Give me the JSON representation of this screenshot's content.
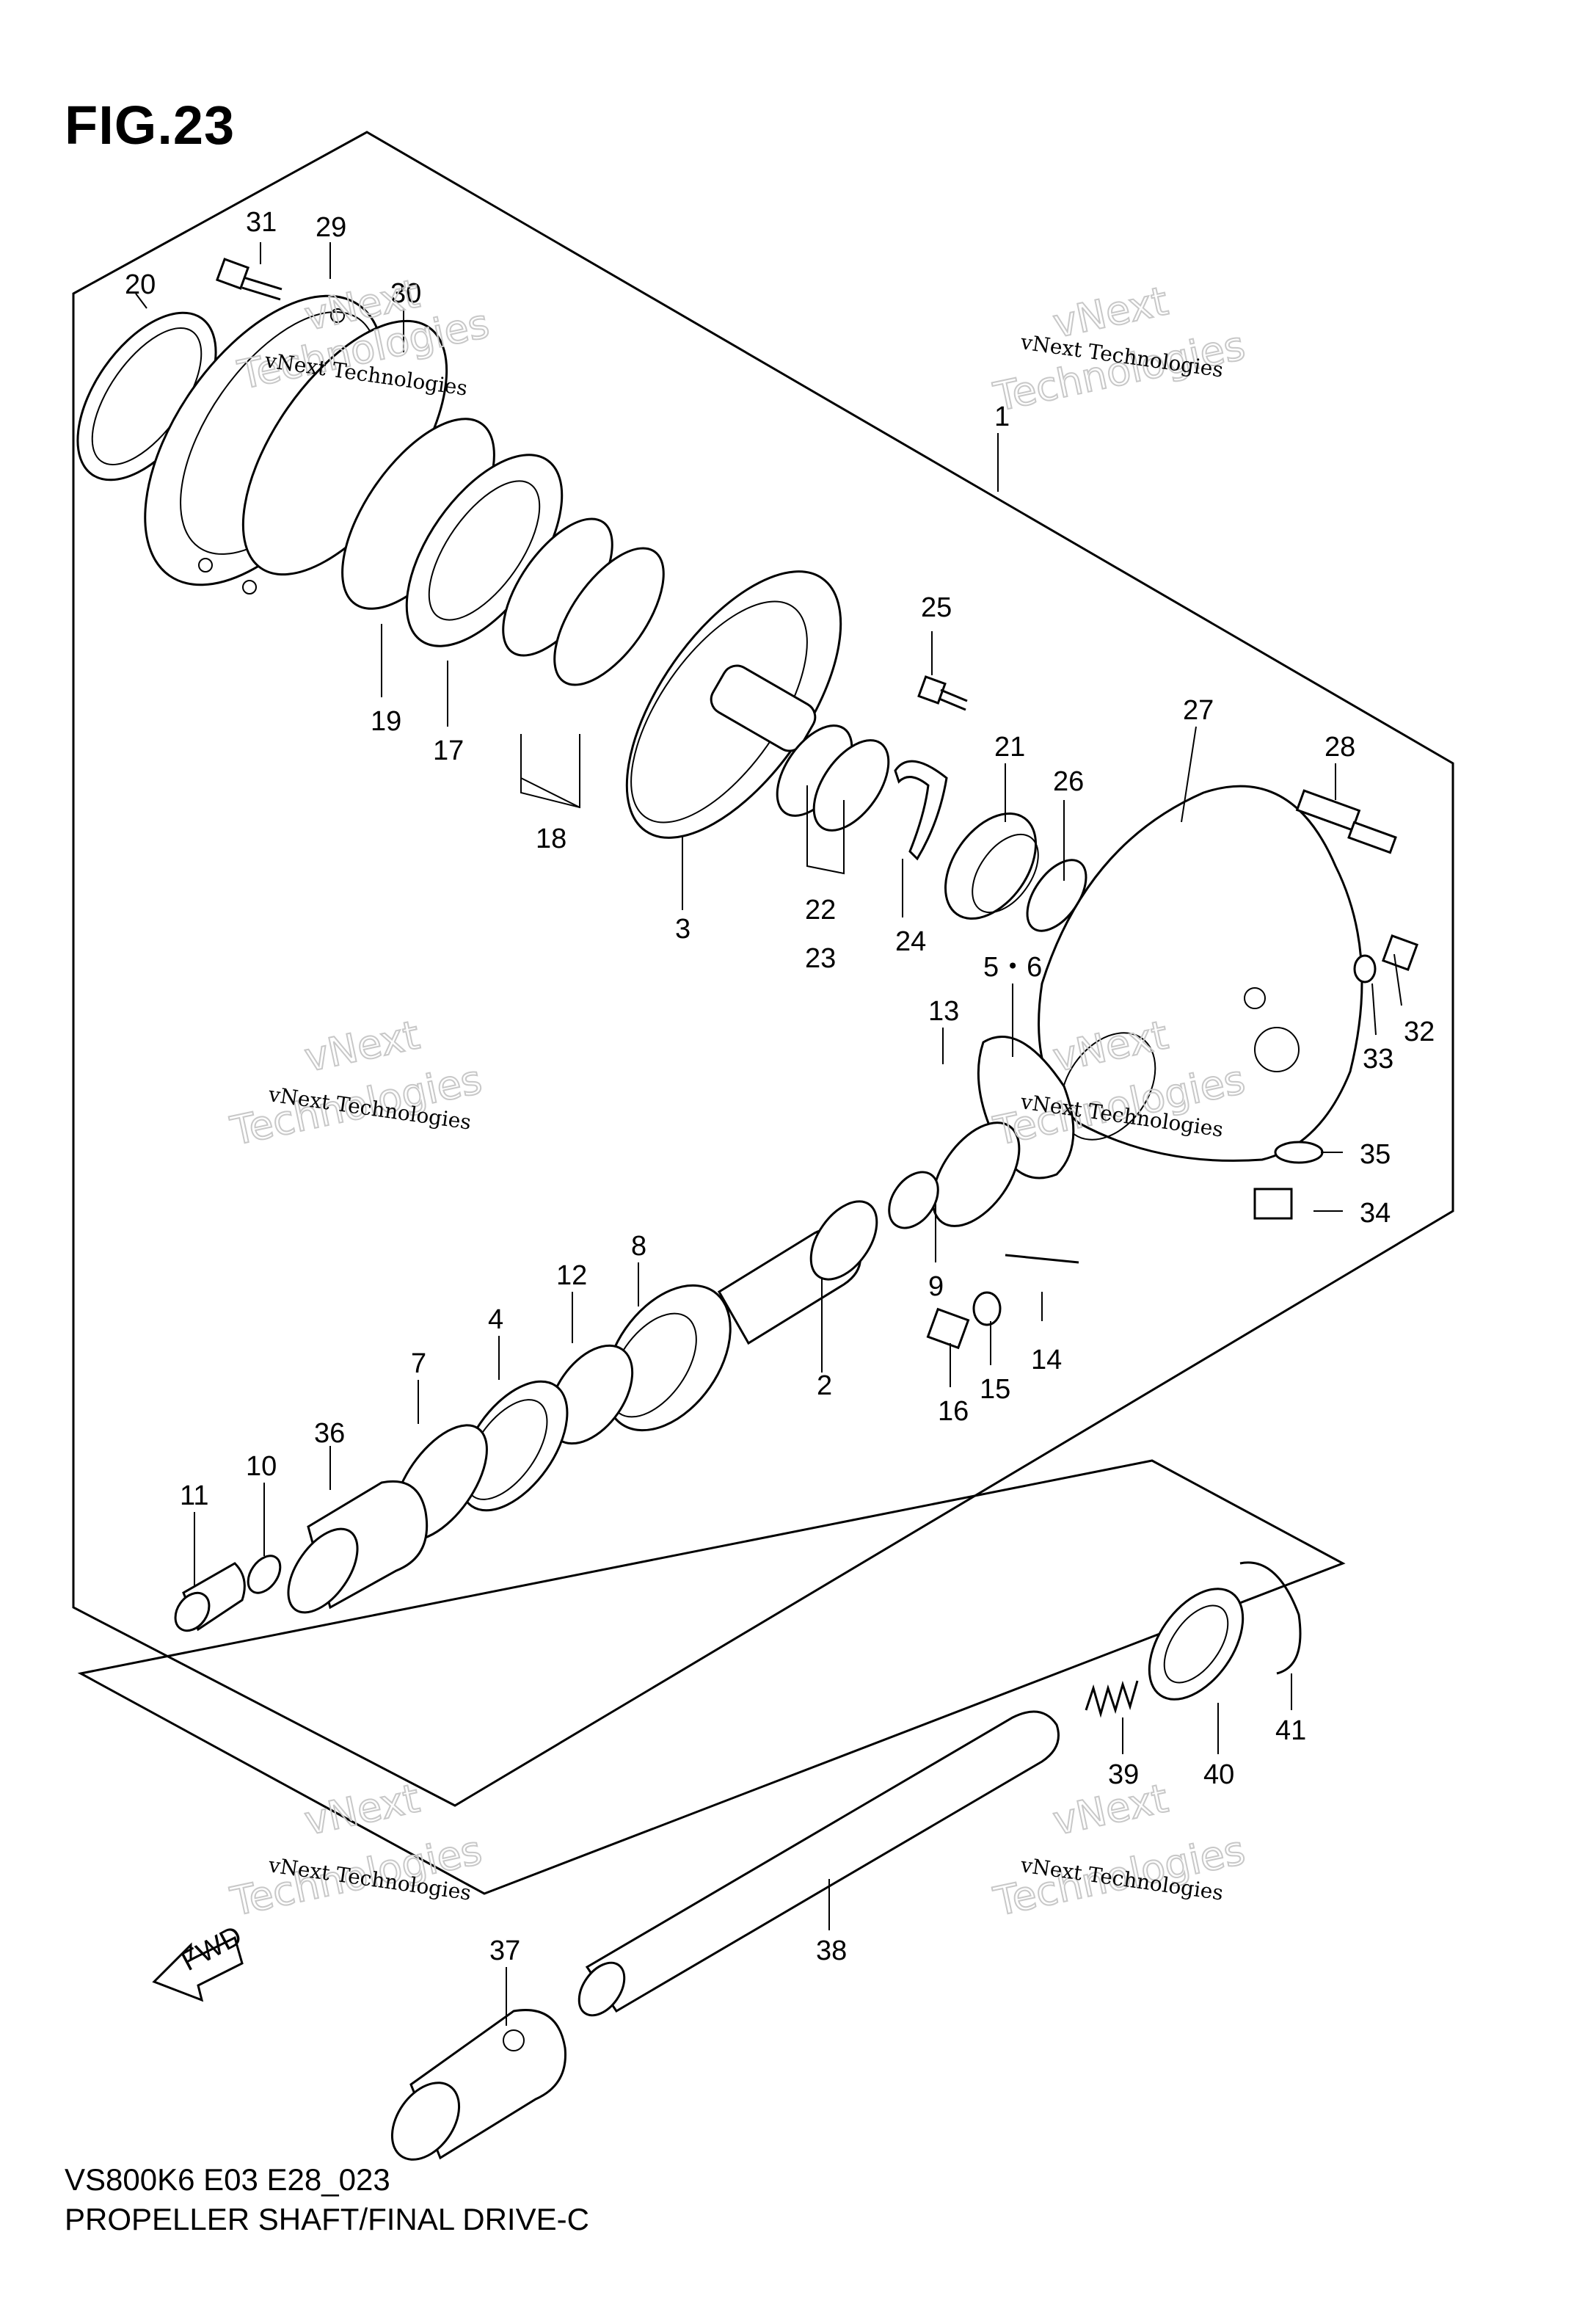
{
  "figure": {
    "title": "FIG.23",
    "code": "VS800K6 E03 E28_023",
    "name": "PROPELLER SHAFT/FINAL DRIVE-C"
  },
  "watermark": {
    "small": "vNext Technologies",
    "big_line1": "vNext",
    "big_line2": "Technologies"
  },
  "fwd_label": "FWD",
  "callouts": [
    {
      "id": "c1",
      "text": "1"
    },
    {
      "id": "c2",
      "text": "2"
    },
    {
      "id": "c3",
      "text": "3"
    },
    {
      "id": "c4",
      "text": "4"
    },
    {
      "id": "c56",
      "text": "5・6"
    },
    {
      "id": "c7",
      "text": "7"
    },
    {
      "id": "c8",
      "text": "8"
    },
    {
      "id": "c9",
      "text": "9"
    },
    {
      "id": "c10",
      "text": "10"
    },
    {
      "id": "c11",
      "text": "11"
    },
    {
      "id": "c12",
      "text": "12"
    },
    {
      "id": "c13",
      "text": "13"
    },
    {
      "id": "c14",
      "text": "14"
    },
    {
      "id": "c15",
      "text": "15"
    },
    {
      "id": "c16",
      "text": "16"
    },
    {
      "id": "c17",
      "text": "17"
    },
    {
      "id": "c18",
      "text": "18"
    },
    {
      "id": "c19",
      "text": "19"
    },
    {
      "id": "c20",
      "text": "20"
    },
    {
      "id": "c21",
      "text": "21"
    },
    {
      "id": "c22",
      "text": "22"
    },
    {
      "id": "c23",
      "text": "23"
    },
    {
      "id": "c24",
      "text": "24"
    },
    {
      "id": "c25",
      "text": "25"
    },
    {
      "id": "c26",
      "text": "26"
    },
    {
      "id": "c27",
      "text": "27"
    },
    {
      "id": "c28",
      "text": "28"
    },
    {
      "id": "c29",
      "text": "29"
    },
    {
      "id": "c30",
      "text": "30"
    },
    {
      "id": "c31",
      "text": "31"
    },
    {
      "id": "c32",
      "text": "32"
    },
    {
      "id": "c33",
      "text": "33"
    },
    {
      "id": "c34",
      "text": "34"
    },
    {
      "id": "c35",
      "text": "35"
    },
    {
      "id": "c36",
      "text": "36"
    },
    {
      "id": "c37",
      "text": "37"
    },
    {
      "id": "c38",
      "text": "38"
    },
    {
      "id": "c39",
      "text": "39"
    },
    {
      "id": "c40",
      "text": "40"
    },
    {
      "id": "c41",
      "text": "41"
    }
  ]
}
